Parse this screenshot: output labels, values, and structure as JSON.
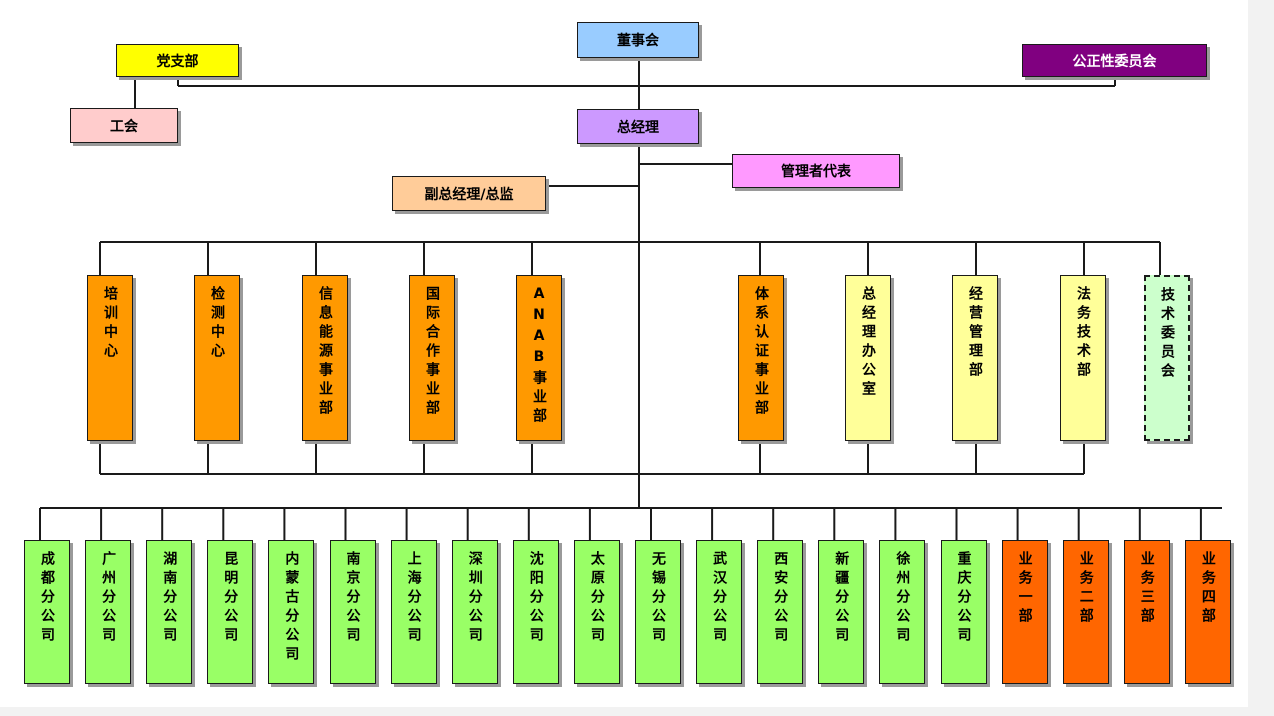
{
  "top": {
    "board": "董事会",
    "party": "党支部",
    "fairness": "公正性委员会",
    "union": "工会",
    "gm": "总经理",
    "mgmt_rep": "管理者代表",
    "deputy": "副总经理/总监"
  },
  "departments": [
    {
      "label": "培训中心",
      "color": "#ff9900"
    },
    {
      "label": "检测中心",
      "color": "#ff9900"
    },
    {
      "label": "信息能源事业部",
      "color": "#ff9900"
    },
    {
      "label": "国际合作事业部",
      "color": "#ff9900"
    },
    {
      "label": "ANAB事业部",
      "color": "#ff9900"
    },
    {
      "label": "体系认证事业部",
      "color": "#ff9900"
    },
    {
      "label": "总经理办公室",
      "color": "#ffff99"
    },
    {
      "label": "经营管理部",
      "color": "#ffff99"
    },
    {
      "label": "法务技术部",
      "color": "#ffff99"
    },
    {
      "label": "技术委员会",
      "color": "#ccffcc"
    }
  ],
  "branches": [
    {
      "label": "成都分公司",
      "color": "#99ff66"
    },
    {
      "label": "广州分公司",
      "color": "#99ff66"
    },
    {
      "label": "湖南分公司",
      "color": "#99ff66"
    },
    {
      "label": "昆明分公司",
      "color": "#99ff66"
    },
    {
      "label": "内蒙古分公司",
      "color": "#99ff66"
    },
    {
      "label": "南京分公司",
      "color": "#99ff66"
    },
    {
      "label": "上海分公司",
      "color": "#99ff66"
    },
    {
      "label": "深圳分公司",
      "color": "#99ff66"
    },
    {
      "label": "沈阳分公司",
      "color": "#99ff66"
    },
    {
      "label": "太原分公司",
      "color": "#99ff66"
    },
    {
      "label": "无锡分公司",
      "color": "#99ff66"
    },
    {
      "label": "武汉分公司",
      "color": "#99ff66"
    },
    {
      "label": "西安分公司",
      "color": "#99ff66"
    },
    {
      "label": "新疆分公司",
      "color": "#99ff66"
    },
    {
      "label": "徐州分公司",
      "color": "#99ff66"
    },
    {
      "label": "重庆分公司",
      "color": "#99ff66"
    },
    {
      "label": "业务一部",
      "color": "#ff6600"
    },
    {
      "label": "业务二部",
      "color": "#ff6600"
    },
    {
      "label": "业务三部",
      "color": "#ff6600"
    },
    {
      "label": "业务四部",
      "color": "#ff6600"
    }
  ]
}
